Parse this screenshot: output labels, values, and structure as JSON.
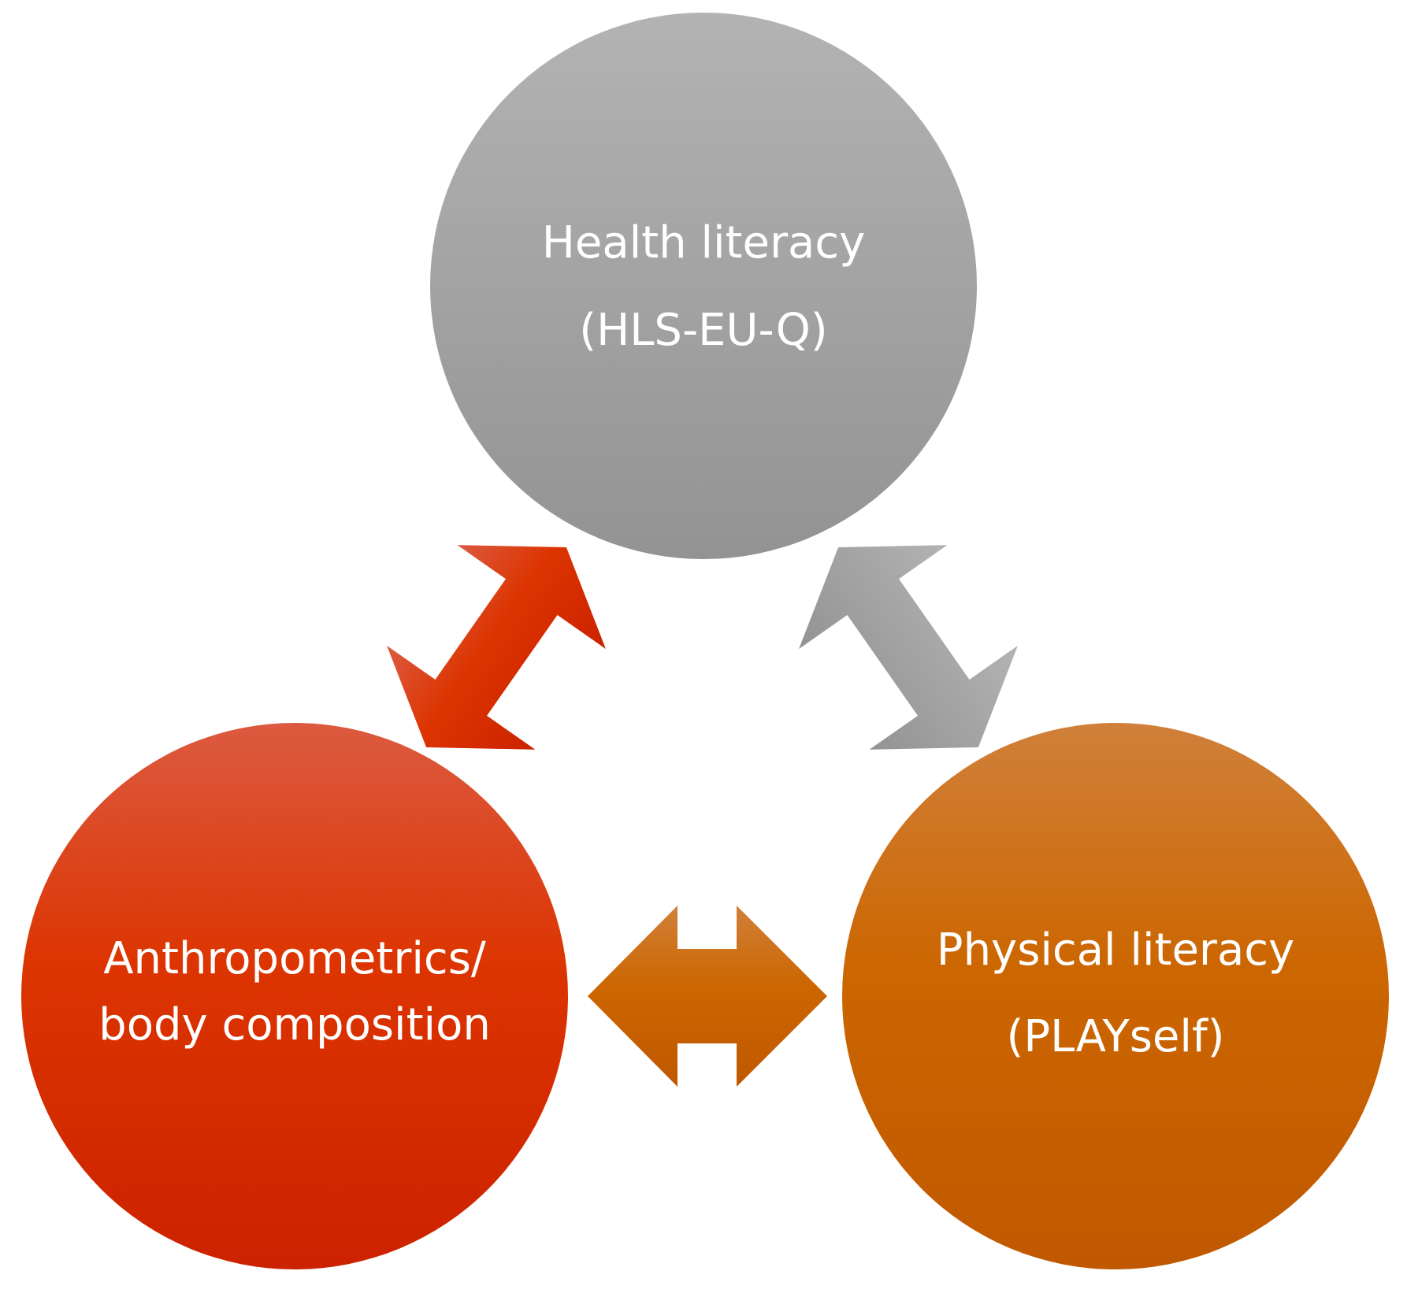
{
  "nodes": {
    "health": {
      "line1": "Health literacy",
      "line2": "(HLS-EU-Q)"
    },
    "anthro": {
      "line1": "Anthropometrics/",
      "line2": "body composition"
    },
    "physical": {
      "line1": "Physical literacy",
      "line2": "(PLAYself)"
    }
  },
  "colors": {
    "gray_light": "#b3b3b3",
    "gray_dark": "#939393",
    "red_light": "#dc5a40",
    "red_dark": "#cc2200",
    "orange_light": "#d0803a",
    "orange_dark": "#c05800"
  }
}
